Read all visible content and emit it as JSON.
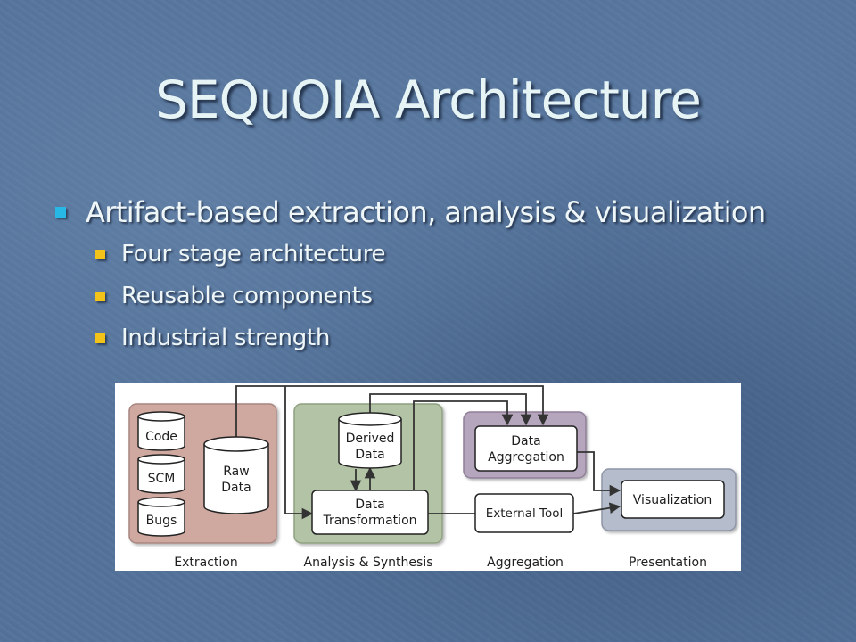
{
  "slide": {
    "title": "SEQuOIA Architecture",
    "bullet_main": "Artifact-based extraction, analysis & visualization",
    "sub_bullets": [
      "Four stage architecture",
      "Reusable components",
      "Industrial strength"
    ]
  },
  "diagram": {
    "stores": {
      "code": "Code",
      "scm": "SCM",
      "bugs": "Bugs"
    },
    "raw_data": [
      "Raw",
      "Data"
    ],
    "derived_data": [
      "Derived",
      "Data"
    ],
    "data_transformation": [
      "Data",
      "Transformation"
    ],
    "data_aggregation": [
      "Data",
      "Aggregation"
    ],
    "external_tool": "External Tool",
    "visualization": "Visualization",
    "stage_labels": {
      "extraction": "Extraction",
      "analysis": "Analysis & Synthesis",
      "aggregation": "Aggregation",
      "presentation": "Presentation"
    }
  },
  "colors": {
    "background": "#54739b",
    "title_text": "#e6f4f6",
    "level1_bullet": "#28b8e6",
    "level2_bullet": "#f3c31a",
    "extraction_panel": "#cfa8a0",
    "analysis_panel": "#b3c3a6",
    "aggregation_panel": "#b6a6bd",
    "presentation_panel": "#b5bccb"
  }
}
